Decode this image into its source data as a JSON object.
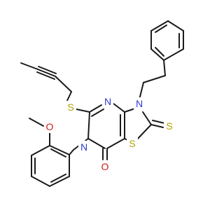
{
  "figure": {
    "atoms": [
      {
        "symbol": "S",
        "color": "#b3a100"
      },
      {
        "symbol": "N",
        "color": "#2b3bd1"
      },
      {
        "symbol": "N",
        "color": "#2b3bd1"
      },
      {
        "symbol": "N",
        "color": "#2b3bd1"
      },
      {
        "symbol": "S",
        "color": "#b3a100"
      },
      {
        "symbol": "S",
        "color": "#b3a100"
      },
      {
        "symbol": "O",
        "color": "#d11a1a"
      },
      {
        "symbol": "O",
        "color": "#d11a1a"
      }
    ]
  }
}
